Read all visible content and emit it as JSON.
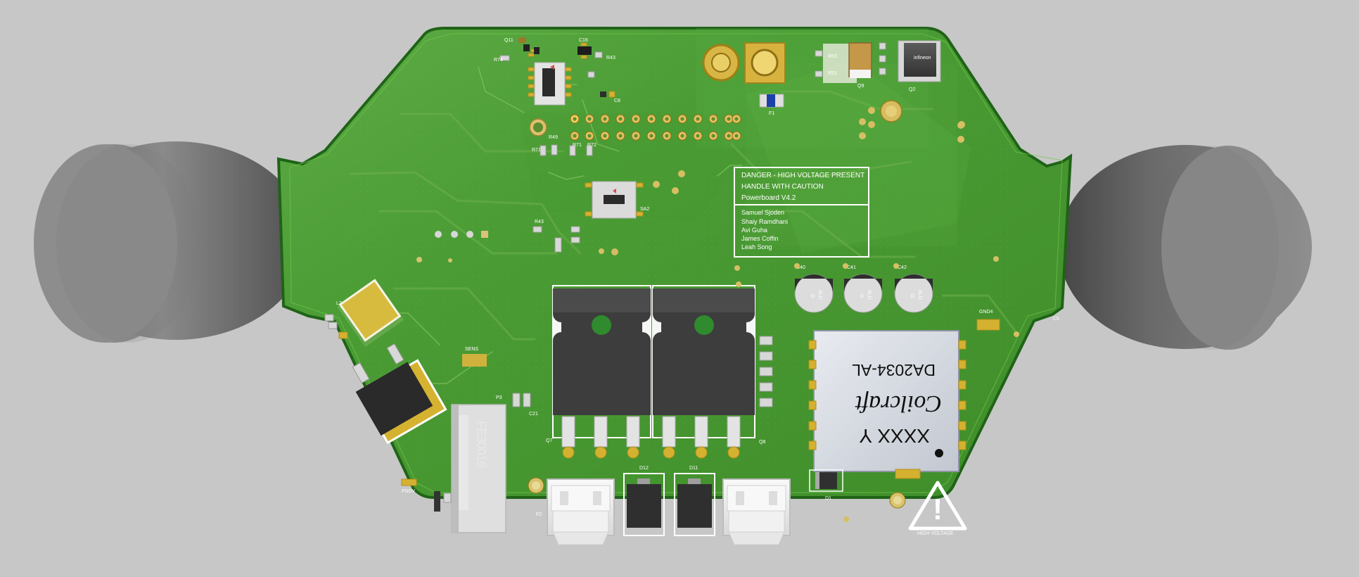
{
  "scene": {
    "background": "#c7c7c7"
  },
  "board": {
    "base_color": "#4a9b34",
    "dark_color": "#2f7b1f",
    "silkscreen_color": "#ffffff"
  },
  "warning_box": {
    "line1": "DANGER - HIGH VOLTAGE PRESENT",
    "line2": "HANDLE WITH CAUTION",
    "line3": "Powerboard V4.2"
  },
  "credits": [
    "Samuel Sjoden",
    "Shaiy Ramdhani",
    "Avi Guha",
    "James Coffin",
    "Leah Song"
  ],
  "inductor": {
    "line1": "XXXX Y",
    "brand": "Coilcraft",
    "part": "DA2034-AL"
  },
  "capacitors": [
    "ALU",
    "ALU",
    "ALU"
  ],
  "capacitor_letters": [
    "D",
    "D",
    "D"
  ],
  "hazard": {
    "symbol": "!",
    "caption": "HIGH VOLTAGE"
  },
  "refs": {
    "q11": "Q11",
    "r74": "R74",
    "c16": "C16",
    "r43": "R43",
    "c8": "C8",
    "f1": "F1",
    "q9": "Q9",
    "q2": "Q2",
    "r49": "R49",
    "r71": "R71",
    "r72": "R72",
    "r43b": "R43",
    "sa2": "SA2",
    "gnd4": "GND4",
    "c5": "C5",
    "q7": "Q7",
    "q8": "Q8",
    "d12": "D12",
    "d11": "D11",
    "f2": "F2",
    "f3": "F3",
    "d1": "D1",
    "fndv": "FNDV",
    "sensor": "SENS"
  }
}
